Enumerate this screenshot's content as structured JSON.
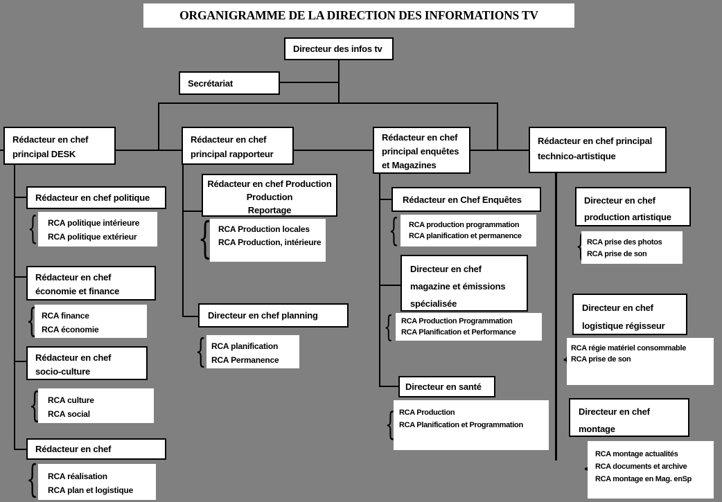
{
  "title": "ORGANIGRAMME DE LA DIRECTION DES INFORMATIONS TV",
  "colors": {
    "background": "#808080",
    "box_fill": "#ffffff",
    "box_border": "#000000"
  },
  "icons": {
    "brace": "{"
  },
  "nodes": {
    "root": {
      "label": "Directeur des infos tv"
    },
    "secretariat": {
      "label": "Secrétariat"
    },
    "desk": {
      "lines": [
        "Rédacteur en chef",
        "principal DESK"
      ]
    },
    "rapporteur": {
      "lines": [
        "Rédacteur en chef",
        "principal rapporteur"
      ]
    },
    "enquetes": {
      "lines": [
        "Rédacteur en chef",
        "principal enquêtes",
        "et Magazines"
      ]
    },
    "technico": {
      "lines": [
        "Rédacteur en chef principal",
        "technico-artistique"
      ]
    },
    "politique": {
      "label": "Rédacteur en chef politique",
      "rca": [
        "RCA politique intérieure",
        "RCA politique extérieur"
      ]
    },
    "economie": {
      "lines": [
        "Rédacteur en chef",
        "économie et finance"
      ],
      "rca": [
        "RCA finance",
        "RCA économie"
      ]
    },
    "socio": {
      "lines": [
        "Rédacteur en chef",
        "socio-culture"
      ],
      "rca": [
        "RCA culture",
        "RCA social"
      ]
    },
    "chef": {
      "label": "Rédacteur en chef",
      "rca": [
        "RCA réalisation",
        "RCA plan et logistique"
      ]
    },
    "production_reportage": {
      "lines": [
        "Rédacteur en chef Production",
        "Production",
        "Reportage"
      ],
      "rca": [
        "RCA Production locales",
        "RCA Production, intérieure"
      ]
    },
    "planning": {
      "label": "Directeur en chef planning",
      "rca": [
        "RCA planification",
        "RCA Permanence"
      ]
    },
    "chef_enquetes": {
      "label": "Rédacteur en Chef Enquêtes",
      "rca": [
        "RCA production programmation",
        "RCA planification et permanence"
      ]
    },
    "magazine": {
      "lines": [
        "Directeur en chef",
        "magazine et émissions",
        "spécialisée"
      ],
      "rca": [
        "RCA Production Programmation",
        "RCA Planification et Performance"
      ]
    },
    "sante": {
      "label": "Directeur en santé",
      "rca": [
        "RCA Production",
        "RCA Planification et Programmation"
      ]
    },
    "prod_artistique": {
      "lines": [
        "Directeur en chef",
        "production  artistique"
      ],
      "rca": [
        "RCA prise des photos",
        "RCA prise de son"
      ]
    },
    "logistique": {
      "lines": [
        "Directeur en chef",
        "logistique régisseur"
      ],
      "rca": [
        "RCA régie matériel consommable",
        "RCA prise de son"
      ]
    },
    "montage": {
      "lines": [
        "Directeur en chef",
        "montage"
      ],
      "rca": [
        "RCA montage actualités",
        "RCA documents et archive",
        "RCA montage en Mag. enSp"
      ]
    }
  }
}
